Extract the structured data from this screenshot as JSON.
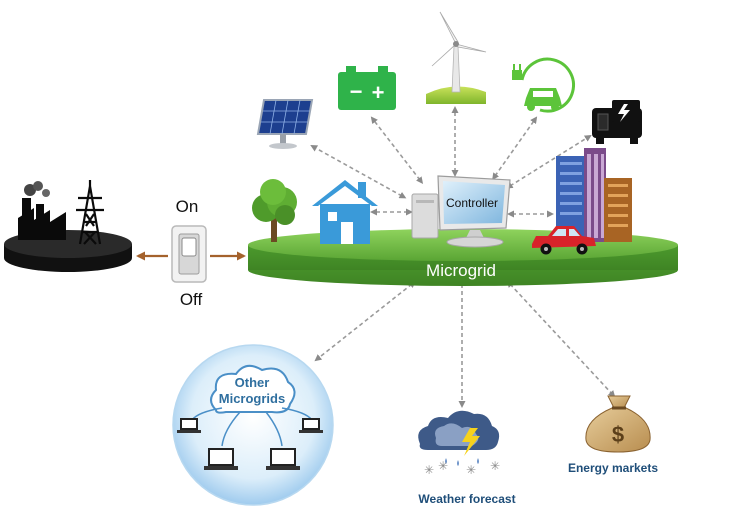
{
  "switch": {
    "on_label": "On",
    "off_label": "Off"
  },
  "hub": {
    "label": "Microgrid",
    "controller_label": "Controller"
  },
  "other_microgrids": {
    "label_line1": "Other",
    "label_line2": "Microgrids"
  },
  "weather": {
    "label": "Weather forecast"
  },
  "markets": {
    "label": "Energy markets",
    "symbol": "$"
  },
  "battery": {
    "minus": "−",
    "plus": "+"
  },
  "colors": {
    "platform_green": "#5faa3a",
    "platform_text": "#ffffff",
    "house_blue": "#3a9ad9",
    "battery_green": "#2fb34a",
    "ev_green": "#5cc43a",
    "arrow_brown": "#a4622c",
    "arrow_gray": "#9a9a9a",
    "label_blue": "#1f4e79",
    "cloud_blue": "#2f6f9f"
  },
  "icons": [
    "factory-icon",
    "transmission-tower-icon",
    "switch-icon",
    "tree-icon",
    "house-icon",
    "solar-panel-icon",
    "battery-icon",
    "wind-turbine-icon",
    "ev-charger-icon",
    "generator-icon",
    "city-buildings-icon",
    "car-icon",
    "computer-icon",
    "laptop-icon",
    "storm-cloud-icon",
    "money-bag-icon"
  ]
}
